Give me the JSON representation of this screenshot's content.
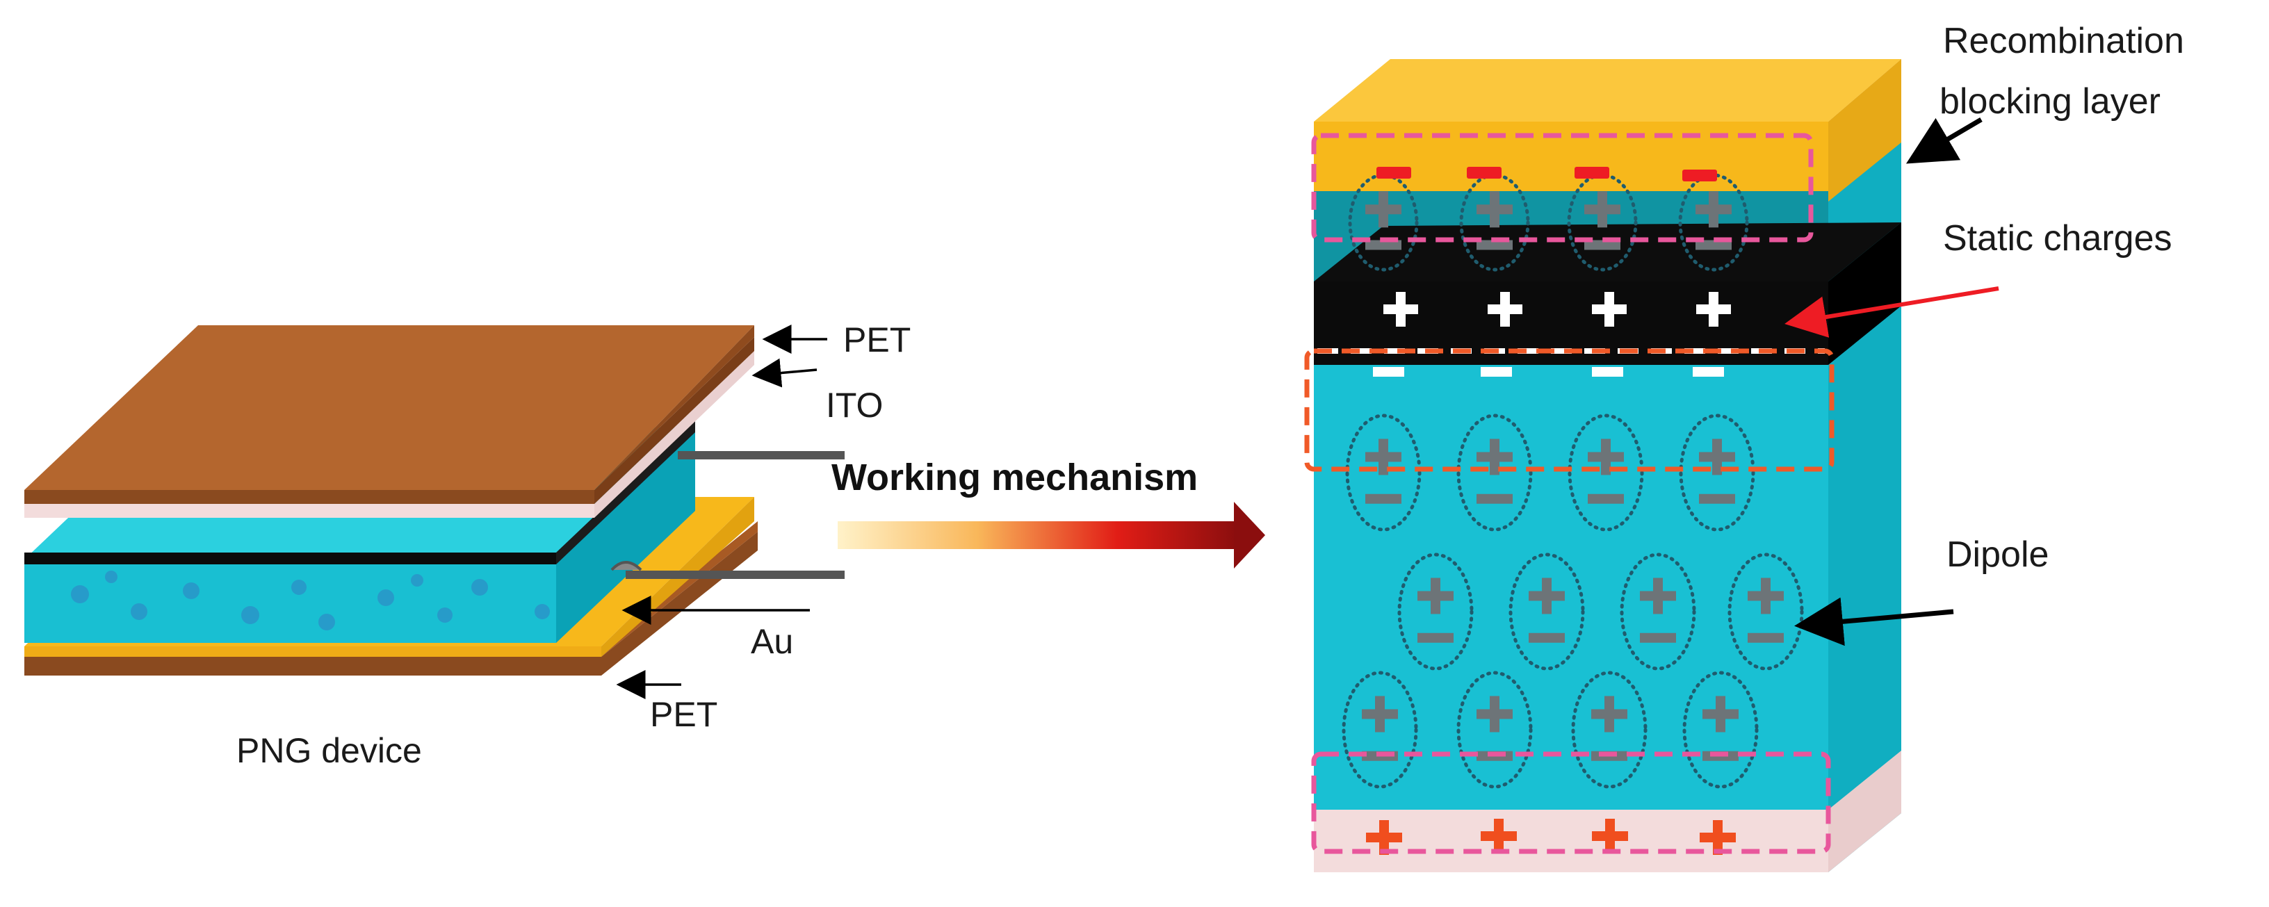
{
  "left_device": {
    "label_pet_top": "PET",
    "label_ito": "ITO",
    "label_au": "Au",
    "label_pet_bottom": "PET",
    "caption": "PNG device"
  },
  "arrow": {
    "label": "Working mechanism"
  },
  "right_block": {
    "label_recombination_line1": "Recombination",
    "label_recombination_line2": "blocking layer",
    "label_static_charges": "Static charges",
    "label_dipole": "Dipole"
  },
  "colors": {
    "gold": "#f7b81b",
    "cyan": "#19c0d3",
    "brown": "#b4662e",
    "black": "#0b0b0b",
    "pink_dash": "#e8579c",
    "orange_dash": "#f05a28",
    "red_minus": "#ee1c24",
    "red_plus": "#f04e1e",
    "dipole_gray": "#6d7478"
  }
}
